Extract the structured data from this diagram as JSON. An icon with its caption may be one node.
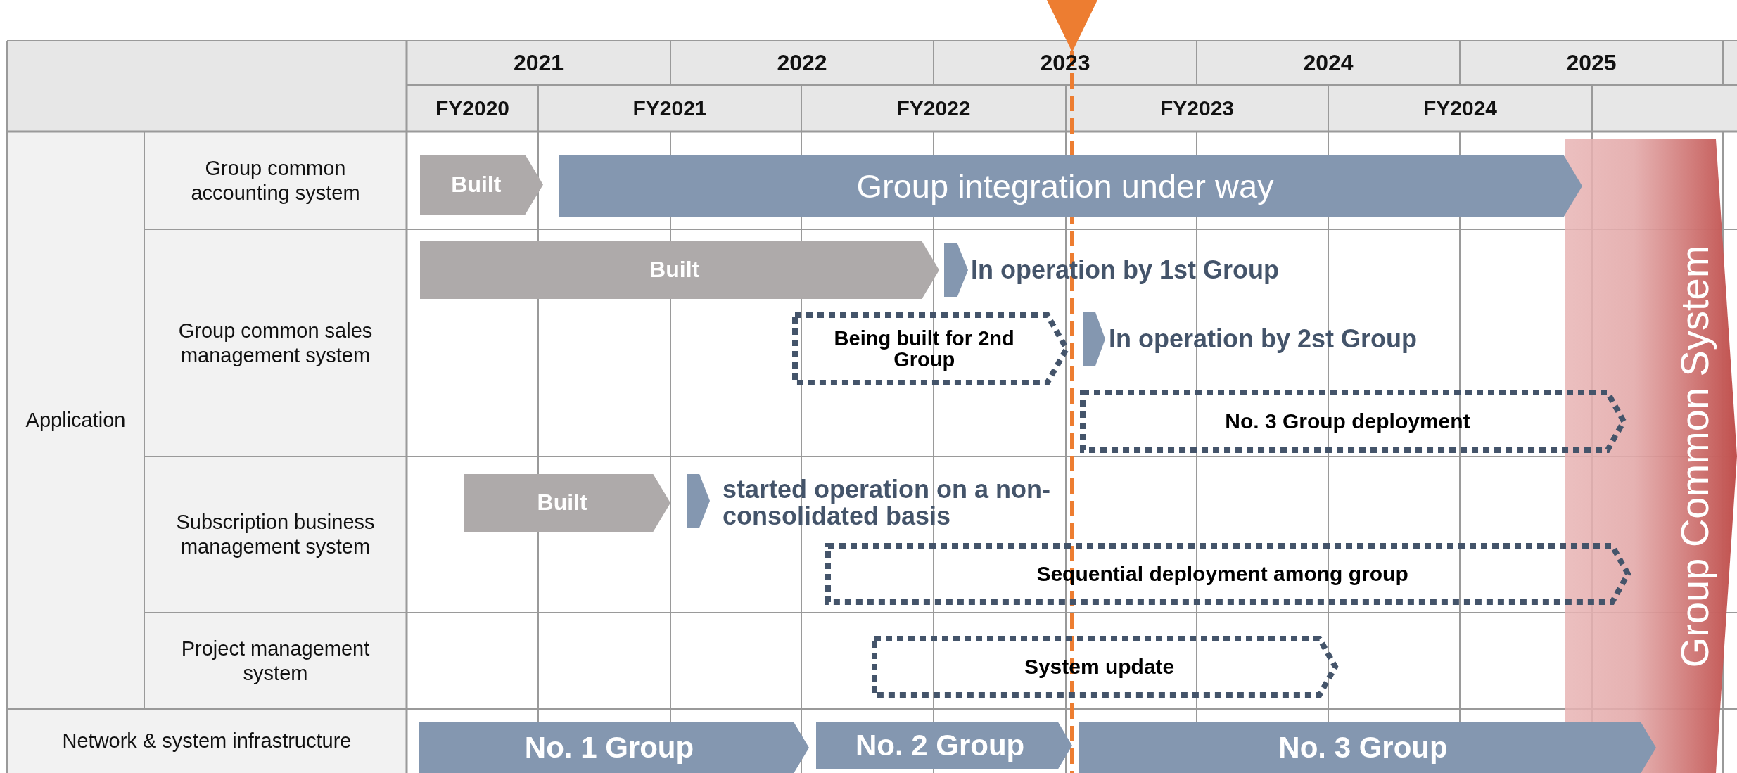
{
  "diagram": {
    "nodes": [
      {
        "text": [
          "Built"
        ]
      },
      {
        "text": [
          "Group integration under way"
        ]
      },
      {
        "text": [
          "Built"
        ]
      },
      {
        "text": [],
        "shape": "chevron",
        "beside": [
          "In operation by 1st Group"
        ]
      },
      {
        "text": [
          "Being built for 2nd Group"
        ]
      },
      {
        "text": [],
        "shape": "chevron",
        "beside": [
          "In operation by 2st Group"
        ]
      },
      {
        "text": [
          "No. 3 Group deployment"
        ]
      },
      {
        "text": [
          "Built"
        ]
      },
      {
        "text": [],
        "shape": "chevron",
        "beside": [
          "started operation on a non-consolidated basis"
        ]
      },
      {
        "text": [
          "Sequential deployment among group"
        ]
      },
      {
        "text": [
          "System update"
        ]
      },
      {
        "text": [
          "No. 1 Group"
        ]
      },
      {
        "text": [
          "No. 2 Group"
        ]
      },
      {
        "text": [
          "No. 3 Group"
        ]
      },
      {
        "text": [
          "Group Common System"
        ]
      }
    ],
    "edges": [],
    "labels": [
      "2021",
      "2022",
      "2023",
      "2024",
      "2025",
      "FY2020",
      "FY2021",
      "FY2022",
      "FY2023",
      "FY2024",
      "Application",
      "Group common accounting system",
      "Group common sales management system",
      "Subscription business management system",
      "Project management system",
      "Network & system infrastructure"
    ]
  }
}
